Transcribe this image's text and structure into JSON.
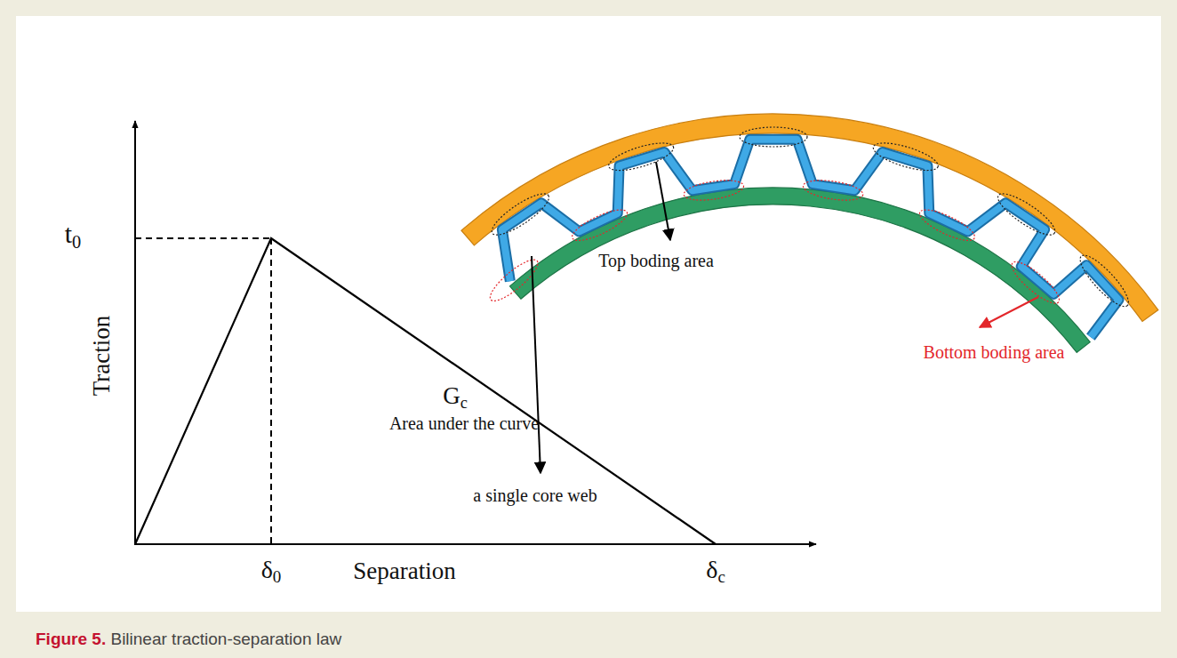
{
  "diagram": {
    "caption": "Figure 5. Bilinear traction-separation law",
    "labels": [
      "t0",
      "Traction",
      "Gc",
      "Area under the curve",
      "δ0",
      "Separation",
      "δc",
      "Top boding area",
      "a single core web",
      "Bottom boding area"
    ]
  }
}
